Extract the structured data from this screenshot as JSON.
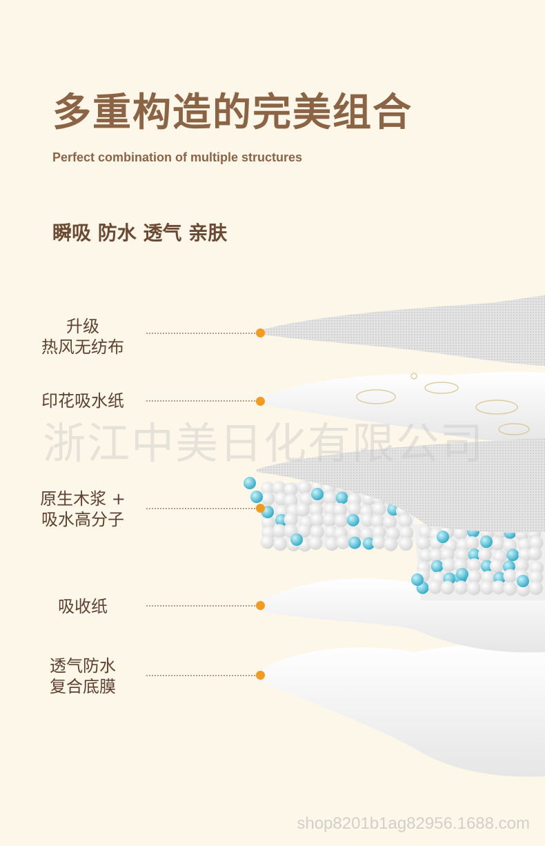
{
  "title": "多重构造的完美组合",
  "subtitle": "Perfect combination of multiple structures",
  "features": "瞬吸 防水 透气 亲肤",
  "layers": [
    {
      "line1": "升级",
      "line2": "热风无纺布"
    },
    {
      "line1": "印花吸水纸",
      "line2": ""
    },
    {
      "line1": "原生木浆 +",
      "line2": "吸水高分子"
    },
    {
      "line1": "吸收纸",
      "line2": ""
    },
    {
      "line1": "透气防水",
      "line2": "复合底膜"
    }
  ],
  "watermark": "浙江中美日化有限公司",
  "shop_watermark": "shop8201b1ag82956.1688.com",
  "colors": {
    "background": "#fdf7ea",
    "title": "#8b6446",
    "accent_dot": "#f29b20",
    "bead_blue": "#5ec8dd"
  }
}
